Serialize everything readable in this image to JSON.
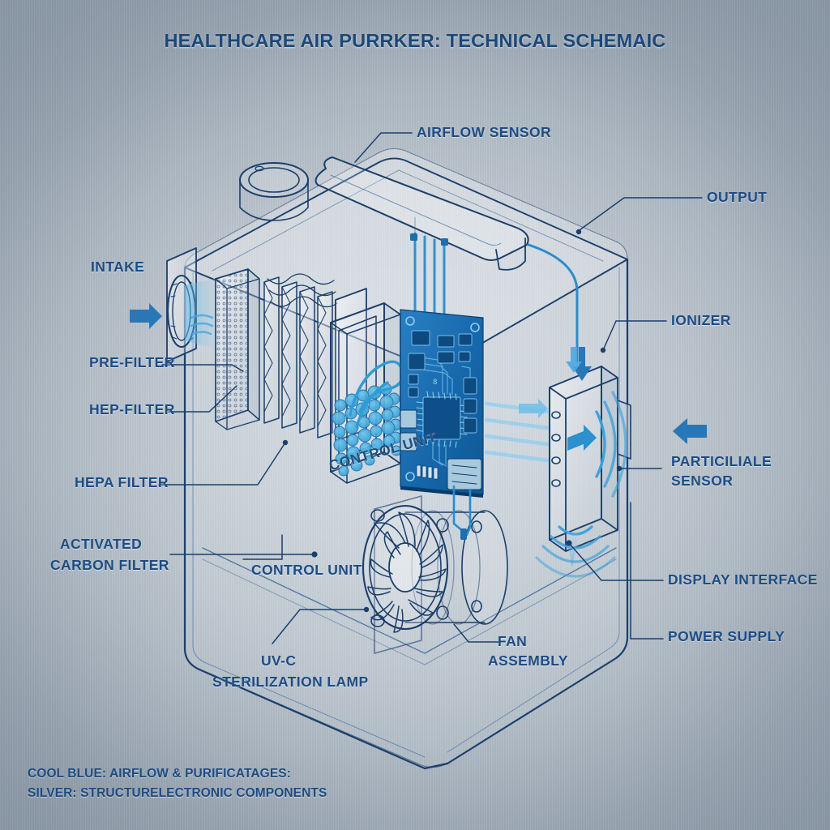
{
  "document": {
    "title": "HEALTHCARE AIR PURRKER: TECHNICAL SCHEMAIC",
    "type": "technical-schematic",
    "subject": "healthcare air purifier exploded isometric view"
  },
  "colors": {
    "line_dark": "#1b3f6b",
    "line_navy": "#14325c",
    "accent_blue": "#2a86c8",
    "arrow_blue": "#2878b8",
    "pcb_blue": "#1667ab",
    "pcb_dark": "#0d4a80",
    "label_text": "#1d4c84",
    "background_edge": "#93a0ad",
    "background_center": "#d3dae1"
  },
  "labels": {
    "airflow_sensor": "AIRFLOW SENSOR",
    "output": "OUTPUT",
    "ionizer": "IONIZER",
    "intake": "INTAKE",
    "pre_filter": "PRE-FILTER",
    "hep_filter": "HEP-FILTER",
    "hepa_filter": "HEPA FILTER",
    "activated_carbon_filter_line1": "ACTIVATED",
    "activated_carbon_filter_line2": "CARBON FILTER",
    "control_unit_angled": "CONTROL UNIT",
    "control_unit_lower": "CONTROL UNIT",
    "particulate_sensor_line1": "PARTICILIALE",
    "particulate_sensor_line2": "SENSOR",
    "display_interface": "DISPLAY INTERFACE",
    "power_supply": "POWER SUPPLY",
    "uvc_lamp_line1": "UV-C",
    "uvc_lamp_line2": "STERILIZATION LAMP",
    "fan_assembly_line1": "FAN",
    "fan_assembly_line2": "ASSEMBLY"
  },
  "legend": {
    "line1": "COOL BLUE: AIRFLOW & PURIFICATAGES:",
    "line2": "SILVER: STRUCTURELECTRONIC COMPONENTS"
  },
  "components": {
    "housing": "enclosure-outline",
    "pre_filter_mesh": "mesh-screen-panel",
    "hepa_pleats": "pleated-filter-stack",
    "carbon_bin": "granular-carbon-bed",
    "uvc_coil": "uv-c-lamp-coil",
    "control_board": "printed-circuit-board",
    "fan": "axial-fan-assembly",
    "ionizer_module": "ionizer-emitter-box",
    "wave_emissions": "ion-wave-arcs",
    "wiring_harness": "blue-wire-bundle"
  },
  "icons": {
    "intake_arrow": "arrow-right-icon",
    "output_arrow": "arrow-down-icon",
    "inlet_arrow": "arrow-left-icon",
    "ionizer_arrow": "arrow-right-icon",
    "updraft_arrow": "arrow-up-icon"
  }
}
